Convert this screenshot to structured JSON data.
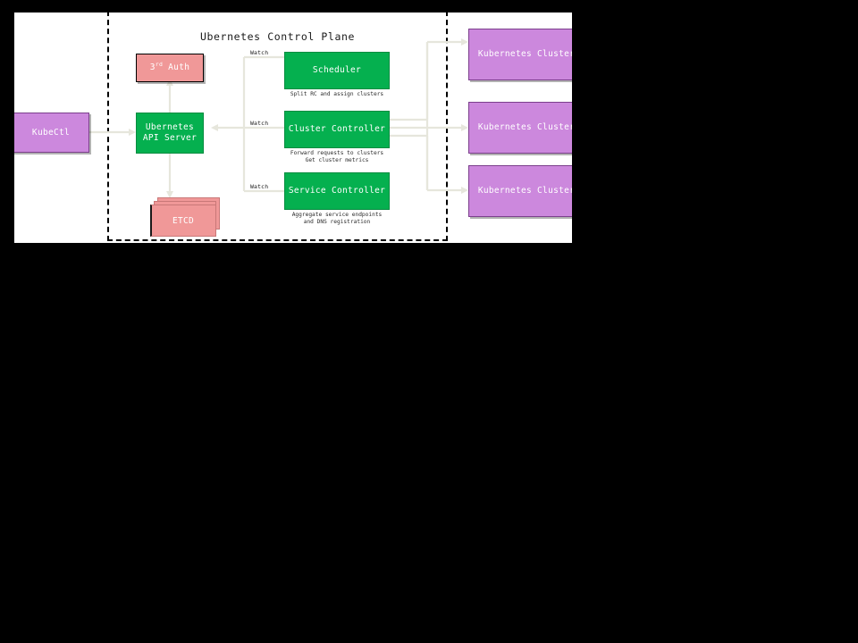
{
  "diagram": {
    "title": "Ubernetes Control Plane",
    "canvas_background": "#ffffff",
    "page_background": "#000000",
    "colors": {
      "green": "#05b04f",
      "pink": "#f09898",
      "purple": "#cc88dd",
      "edge": "#e6e6dc",
      "boundary": "#000000"
    }
  },
  "nodes": {
    "kubectl": {
      "label": "KubeCtl"
    },
    "third_party_auth": {
      "label_prefix": "3",
      "label_sup": "rd",
      "label_suffix": " Auth",
      "label_plain": "3rd Auth"
    },
    "api_server": {
      "label": "Ubernetes\nAPI Server"
    },
    "etcd": {
      "label": "ETCD"
    },
    "scheduler": {
      "label": "Scheduler",
      "caption": "Split RC and assign clusters"
    },
    "cluster_controller": {
      "label": "Cluster Controller",
      "caption": "Forward requests to clusters\nGet cluster metrics"
    },
    "service_controller": {
      "label": "Service Controller",
      "caption": "Aggregate service endpoints\nand DNS registration"
    }
  },
  "clusters": [
    {
      "label": "Kubernetes Cluster"
    },
    {
      "label": "Kubernetes Cluster"
    },
    {
      "label": "Kubernetes Cluster"
    }
  ],
  "edge_labels": {
    "watch_scheduler": "Watch",
    "watch_cluster_controller": "Watch",
    "watch_service_controller": "Watch"
  }
}
